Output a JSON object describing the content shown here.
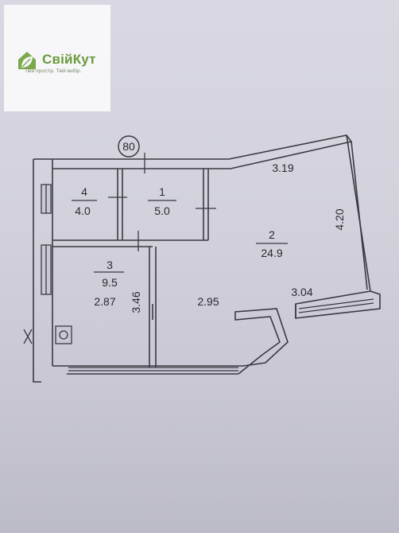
{
  "logo": {
    "brand": "СвійКут",
    "tagline": "Твій простір. Твій вибір."
  },
  "plan": {
    "section_marker": "80",
    "rooms": [
      {
        "number": "1",
        "area": "5.0"
      },
      {
        "number": "2",
        "area": "24.9"
      },
      {
        "number": "3",
        "area": "9.5"
      },
      {
        "number": "4",
        "area": "4.0"
      }
    ],
    "dimensions": {
      "top_wall": "3.19",
      "right_wall": "4.20",
      "lower_right": "3.04",
      "room3_width": "2.87",
      "room3_height": "3.46",
      "living_width": "2.95"
    }
  },
  "colors": {
    "line": "#3a3a42",
    "paper": "#d4d3de",
    "brand_green": "#6a9a3a"
  }
}
